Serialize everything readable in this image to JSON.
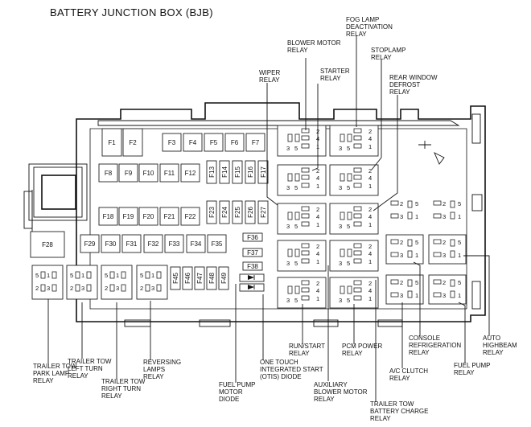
{
  "title": "BATTERY JUNCTION BOX (BJB)",
  "fuses_row1": [
    "F1",
    "F2",
    "F3",
    "F4",
    "F5",
    "F6",
    "F7"
  ],
  "fuses_row2": [
    "F8",
    "F9",
    "F10",
    "F11",
    "F12"
  ],
  "fuses_row2_vert": [
    "F13",
    "F14",
    "F15",
    "F16",
    "F17"
  ],
  "fuses_row3": [
    "F18",
    "F19",
    "F20",
    "F21",
    "F22"
  ],
  "fuses_row3_vert": [
    "F23",
    "F24",
    "F25",
    "F26",
    "F27"
  ],
  "fuse_big": "F28",
  "fuses_row4": [
    "F29",
    "F30",
    "F31",
    "F32",
    "F33",
    "F34",
    "F35"
  ],
  "fuses_small": [
    "F36",
    "F37",
    "F38"
  ],
  "fuses_row5_vert": [
    "F45",
    "F46",
    "F47",
    "F48",
    "F49"
  ],
  "relay_pins_tall": [
    "2",
    "4",
    "1",
    "3",
    "5"
  ],
  "relay_pins_small": [
    "2",
    "5",
    "3",
    "1"
  ],
  "labels": {
    "fog": [
      "FOG LAMP",
      "DEACTIVATION",
      "RELAY"
    ],
    "blower": [
      "BLOWER MOTOR",
      "RELAY"
    ],
    "stoplamp": [
      "STOPLAMP",
      "RELAY"
    ],
    "starter": [
      "STARTER",
      "RELAY"
    ],
    "rear": [
      "REAR WINDOW",
      "DEFROST",
      "RELAY"
    ],
    "wiper": [
      "WIPER",
      "RELAY"
    ],
    "trailer_park": [
      "TRAILER TOW",
      "PARK LAMP",
      "RELAY"
    ],
    "trailer_left": [
      "TRAILER TOW",
      "LEFT TURN",
      "RELAY"
    ],
    "trailer_right": [
      "TRAILER TOW",
      "RIGHT TURN",
      "RELAY"
    ],
    "reversing": [
      "REVERSING",
      "LAMPS",
      "RELAY"
    ],
    "fuel_diode": [
      "FUEL PUMP",
      "MOTOR",
      "DIODE"
    ],
    "otis": [
      "ONE TOUCH",
      "INTEGRATED START",
      "(OTIS) DIODE"
    ],
    "run_start": [
      "RUN/START",
      "RELAY"
    ],
    "aux_blower": [
      "AUXILIARY",
      "BLOWER MOTOR",
      "RELAY"
    ],
    "pcm": [
      "PCM POWER",
      "RELAY"
    ],
    "trailer_batt": [
      "TRAILER TOW",
      "BATTERY CHARGE",
      "RELAY"
    ],
    "ac_clutch": [
      "A/C CLUTCH",
      "RELAY"
    ],
    "console": [
      "CONSOLE",
      "REFRIGERATION",
      "RELAY"
    ],
    "fuel_relay": [
      "FUEL PUMP",
      "RELAY"
    ],
    "auto_hb": [
      "AUTO",
      "HIGHBEAM",
      "RELAY"
    ]
  }
}
